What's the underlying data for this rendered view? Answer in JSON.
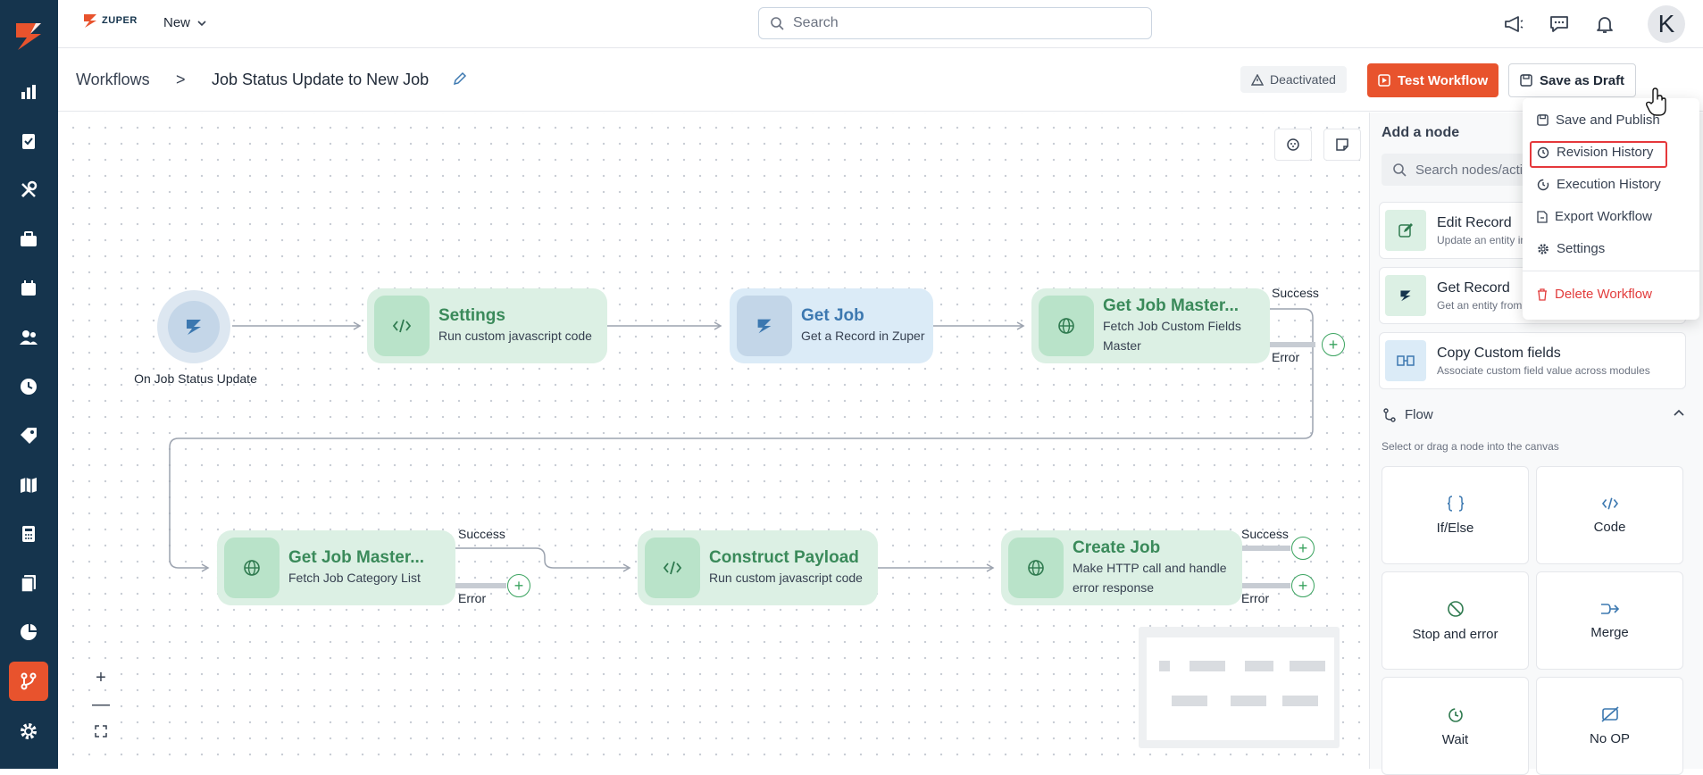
{
  "topbar": {
    "brand": "ZUPER",
    "new_label": "New",
    "search_placeholder": "Search",
    "avatar_letter": "K"
  },
  "sidebar": {
    "items": [
      {
        "icon": "reports-icon"
      },
      {
        "icon": "jobs-icon"
      },
      {
        "icon": "tools-icon"
      },
      {
        "icon": "briefcase-icon"
      },
      {
        "icon": "calendar-icon"
      },
      {
        "icon": "users-icon"
      },
      {
        "icon": "clock-icon"
      },
      {
        "icon": "tag-icon"
      },
      {
        "icon": "map-icon"
      },
      {
        "icon": "calculator-icon"
      },
      {
        "icon": "documents-icon"
      },
      {
        "icon": "pie-chart-icon"
      },
      {
        "icon": "workflow-icon",
        "active": true
      },
      {
        "icon": "settings-icon"
      }
    ]
  },
  "header": {
    "breadcrumb_root": "Workflows",
    "breadcrumb_sep": ">",
    "title": "Job Status Update to New Job",
    "status": "Deactivated",
    "test_button": "Test Workflow",
    "draft_button": "Save as Draft"
  },
  "canvas": {
    "trigger_label": "On Job Status Update",
    "nodes": [
      {
        "title": "Settings",
        "subtitle": "Run custom javascript code",
        "kind": "code"
      },
      {
        "title": "Get Job",
        "subtitle": "Get a Record in Zuper",
        "kind": "zuper"
      },
      {
        "title": "Get Job Master...",
        "subtitle": "Fetch Job Custom Fields Master",
        "kind": "http"
      },
      {
        "title": "Get Job Master...",
        "subtitle": "Fetch Job Category List",
        "kind": "http"
      },
      {
        "title": "Construct Payload",
        "subtitle": "Run custom javascript code",
        "kind": "code"
      },
      {
        "title": "Create Job",
        "subtitle": "Make HTTP call and handle error response",
        "kind": "http"
      }
    ],
    "edge_labels": {
      "success": "Success",
      "error": "Error"
    },
    "zoom_in": "+",
    "zoom_out": "—"
  },
  "right_panel": {
    "title": "Add a node",
    "search_placeholder": "Search nodes/actions",
    "actions": [
      {
        "title": "Edit Record",
        "subtitle": "Update an entity in Zuper"
      },
      {
        "title": "Get Record",
        "subtitle": "Get an entity from Zuper"
      },
      {
        "title": "Copy Custom fields",
        "subtitle": "Associate custom field value across modules"
      }
    ],
    "flow_title": "Flow",
    "flow_hint": "Select or drag a node into the canvas",
    "flow_items": [
      "If/Else",
      "Code",
      "Stop and error",
      "Merge",
      "Wait",
      "No OP"
    ]
  },
  "menu": {
    "items": [
      "Save and Publish",
      "Revision History",
      "Execution History",
      "Export Workflow",
      "Settings"
    ],
    "danger_item": "Delete Workflow"
  },
  "colors": {
    "sidebar": "#15344d",
    "accent": "#e8532d",
    "node_green": "#dcf0e4",
    "node_blue": "#dbebf7",
    "highlight": "#e5383b"
  }
}
